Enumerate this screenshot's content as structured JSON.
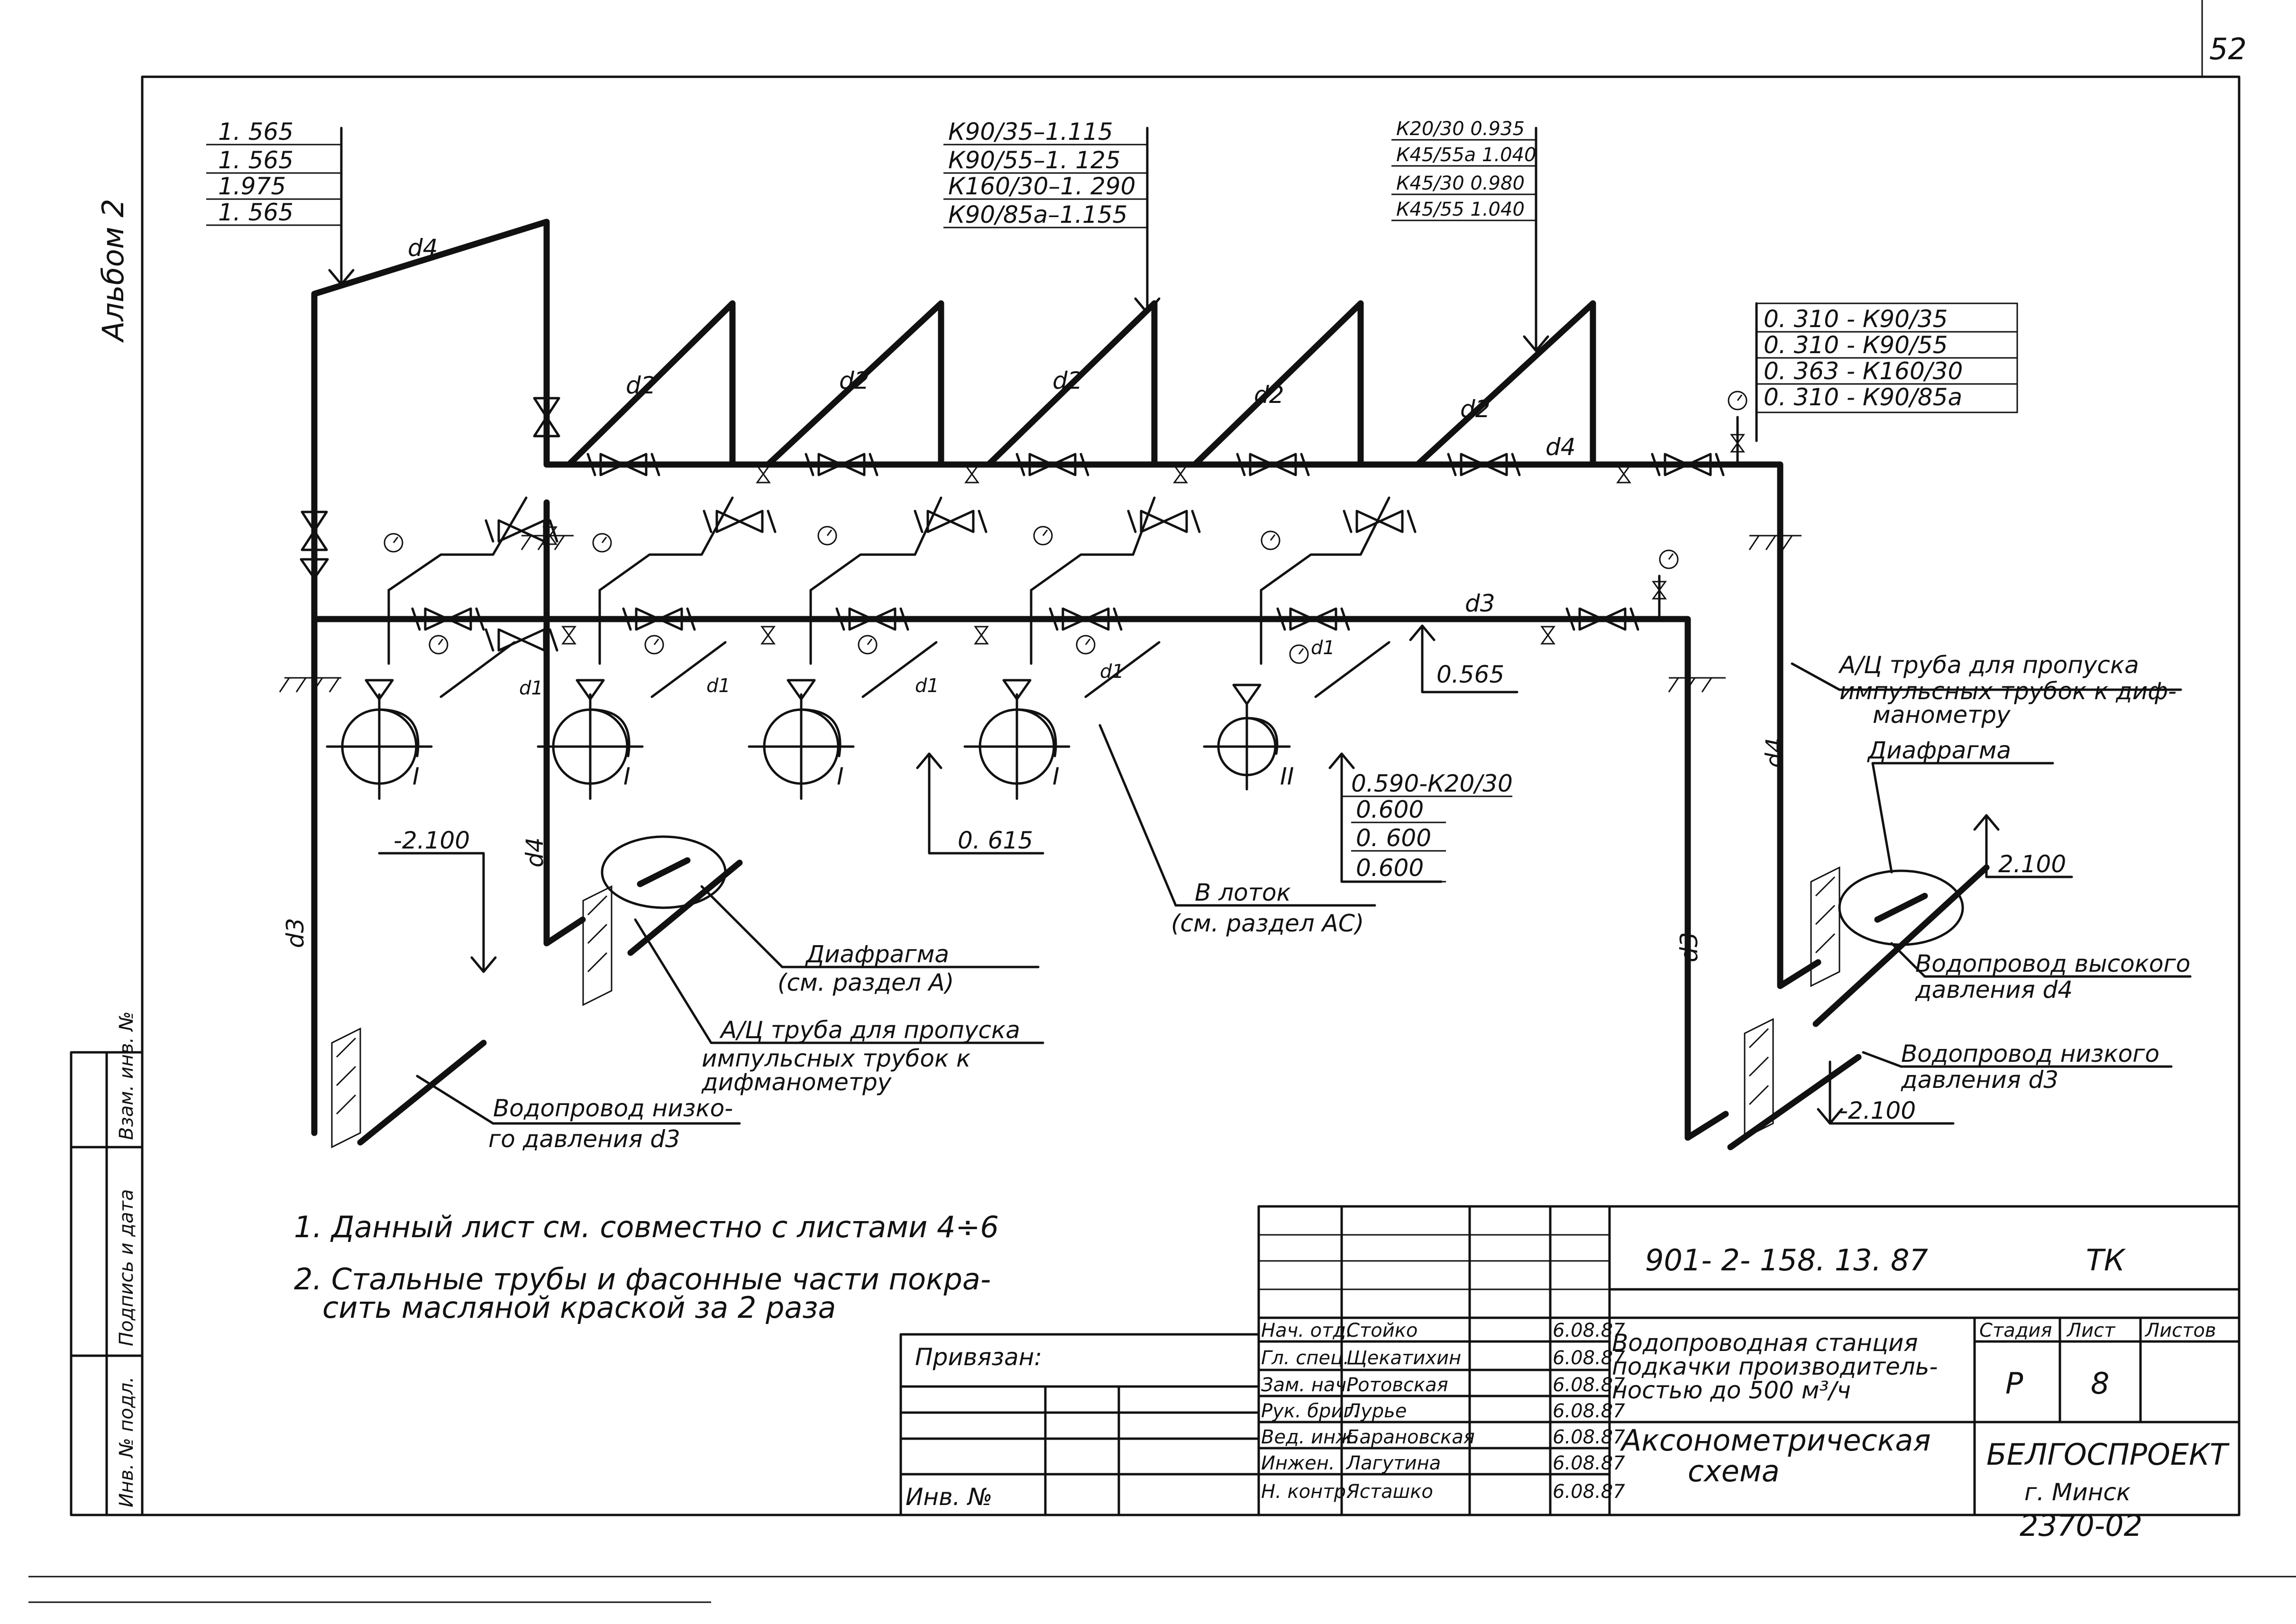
{
  "corner": {
    "sheet_no": "52",
    "album": "Альбом 2"
  },
  "elevation_groups": {
    "top_left": [
      "1. 565",
      "1. 565",
      "1.975",
      "1. 565"
    ],
    "top_center": [
      "К90/35–1.115",
      "К90/55–1. 125",
      "К160/30–1. 290",
      "К90/85а–1.155"
    ],
    "top_right": [
      "К20/30 0.935",
      "К45/55а 1.040",
      "К45/30 0.980",
      "К45/55 1.040"
    ],
    "right_side": [
      "0. 310 - К90/35",
      "0. 310 - К90/55",
      "0. 363 - К160/30",
      "0. 310 - К90/85а"
    ],
    "center_low": [
      "0.590-К20/30",
      "0.600",
      "0. 600",
      "0.600"
    ]
  },
  "marks": {
    "d1": "d1",
    "d2": "d2",
    "d3": "d3",
    "d4": "d4",
    "elev_0565": "0.565",
    "elev_0615": "0. 615",
    "elev_m2100": "-2.100",
    "elev_2100": "2.100",
    "pump_I": "I",
    "pump_II": "II"
  },
  "callouts": {
    "to_tray_1": "В лоток",
    "to_tray_2": "(см. раздел АС)",
    "diaphragm_center_1": "Диафрагма",
    "diaphragm_center_2": "(см. раздел А)",
    "pipe_center_1": "А/Ц труба для пропуска",
    "pipe_center_2": "импульсных трубок к",
    "pipe_center_3": "дифманометру",
    "low_water_left_1": "Водопровод низко-",
    "low_water_left_2": "го давления d3",
    "pipe_right_1": "А/Ц труба для пропуска",
    "pipe_right_2": "импульсных трубок к диф-",
    "pipe_right_3": "манометру",
    "diaphragm_right": "Диафрагма",
    "high_water_1": "Водопровод высокого",
    "high_water_2": "давления d4",
    "low_water_right_1": "Водопровод низкого",
    "low_water_right_2": "давления d3"
  },
  "notes": [
    "1. Данный лист см. совместно с листами 4÷6",
    "2. Стальные трубы и фасонные части покра-",
    "сить масляной краской за 2 раза"
  ],
  "side_stamp": [
    "Инв. № подл.",
    "Подпись и дата",
    "Взам. инв. №"
  ],
  "title_block": {
    "doc_code": "901- 2- 158. 13. 87",
    "doc_mark": "ТК",
    "project_1": "Водопроводная станция",
    "project_2": "подкачки производитель-",
    "project_3": "ностью до 500 м³/ч",
    "sheet_title_1": "Аксонометрическая",
    "sheet_title_2": "схема",
    "stage_label": "Стадия",
    "sheet_label": "Лист",
    "sheets_label": "Листов",
    "stage": "Р",
    "sheet": "8",
    "org": "БЕЛГОСПРОЕКТ",
    "city": "г. Минск",
    "archive_no": "2370-02",
    "tied_label": "Привязан:",
    "inv_label": "Инв. №",
    "staff": [
      {
        "role": "Нач. отд.",
        "name": "Стойко",
        "date": "6.08.87"
      },
      {
        "role": "Гл. спец.",
        "name": "Щекатихин",
        "date": "6.08.87"
      },
      {
        "role": "Зам. нач.",
        "name": "Ротовская",
        "date": "6.08.87"
      },
      {
        "role": "Рук. бриг.",
        "name": "Лурье",
        "date": "6.08.87"
      },
      {
        "role": "Вед. инж.",
        "name": "Барановская",
        "date": "6.08.87"
      },
      {
        "role": "Инжен.",
        "name": "Лагутина",
        "date": "6.08.87"
      },
      {
        "role": "Н. контр.",
        "name": "Ясташко",
        "date": "6.08.87"
      }
    ]
  }
}
